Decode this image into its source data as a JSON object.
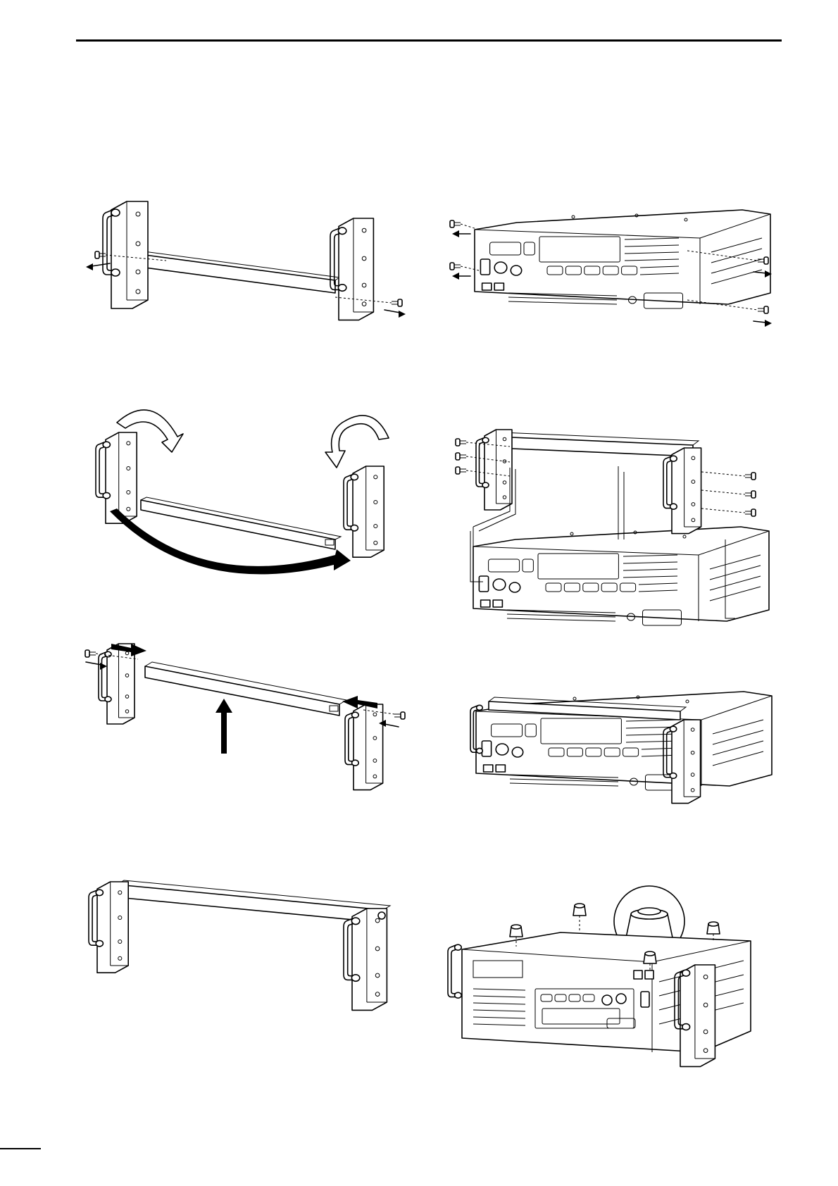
{
  "page": {
    "background": "#ffffff",
    "ink": "#000000"
  },
  "figures": [
    {
      "id": "bracket-screw-removal",
      "icons": [
        "bracket-icon",
        "screw-icon",
        "arrow-icon"
      ]
    },
    {
      "id": "transceiver-screw-removal",
      "icons": [
        "transceiver-icon",
        "screw-icon",
        "arrow-icon"
      ]
    },
    {
      "id": "handle-rotation",
      "icons": [
        "handle-icon",
        "curved-arrow-icon"
      ]
    },
    {
      "id": "bracket-transceiver-attach",
      "icons": [
        "bracket-icon",
        "transceiver-icon",
        "screw-icon"
      ]
    },
    {
      "id": "bar-reassembly",
      "icons": [
        "handle-icon",
        "bar-icon",
        "arrow-icon",
        "screw-icon"
      ]
    },
    {
      "id": "transceiver-with-bracket",
      "icons": [
        "transceiver-icon",
        "bracket-icon"
      ]
    },
    {
      "id": "assembled-bracket",
      "icons": [
        "bracket-icon"
      ]
    },
    {
      "id": "rack-mounted-transceiver-with-feet",
      "icons": [
        "transceiver-icon",
        "foot-icon",
        "magnifier-icon"
      ]
    }
  ]
}
